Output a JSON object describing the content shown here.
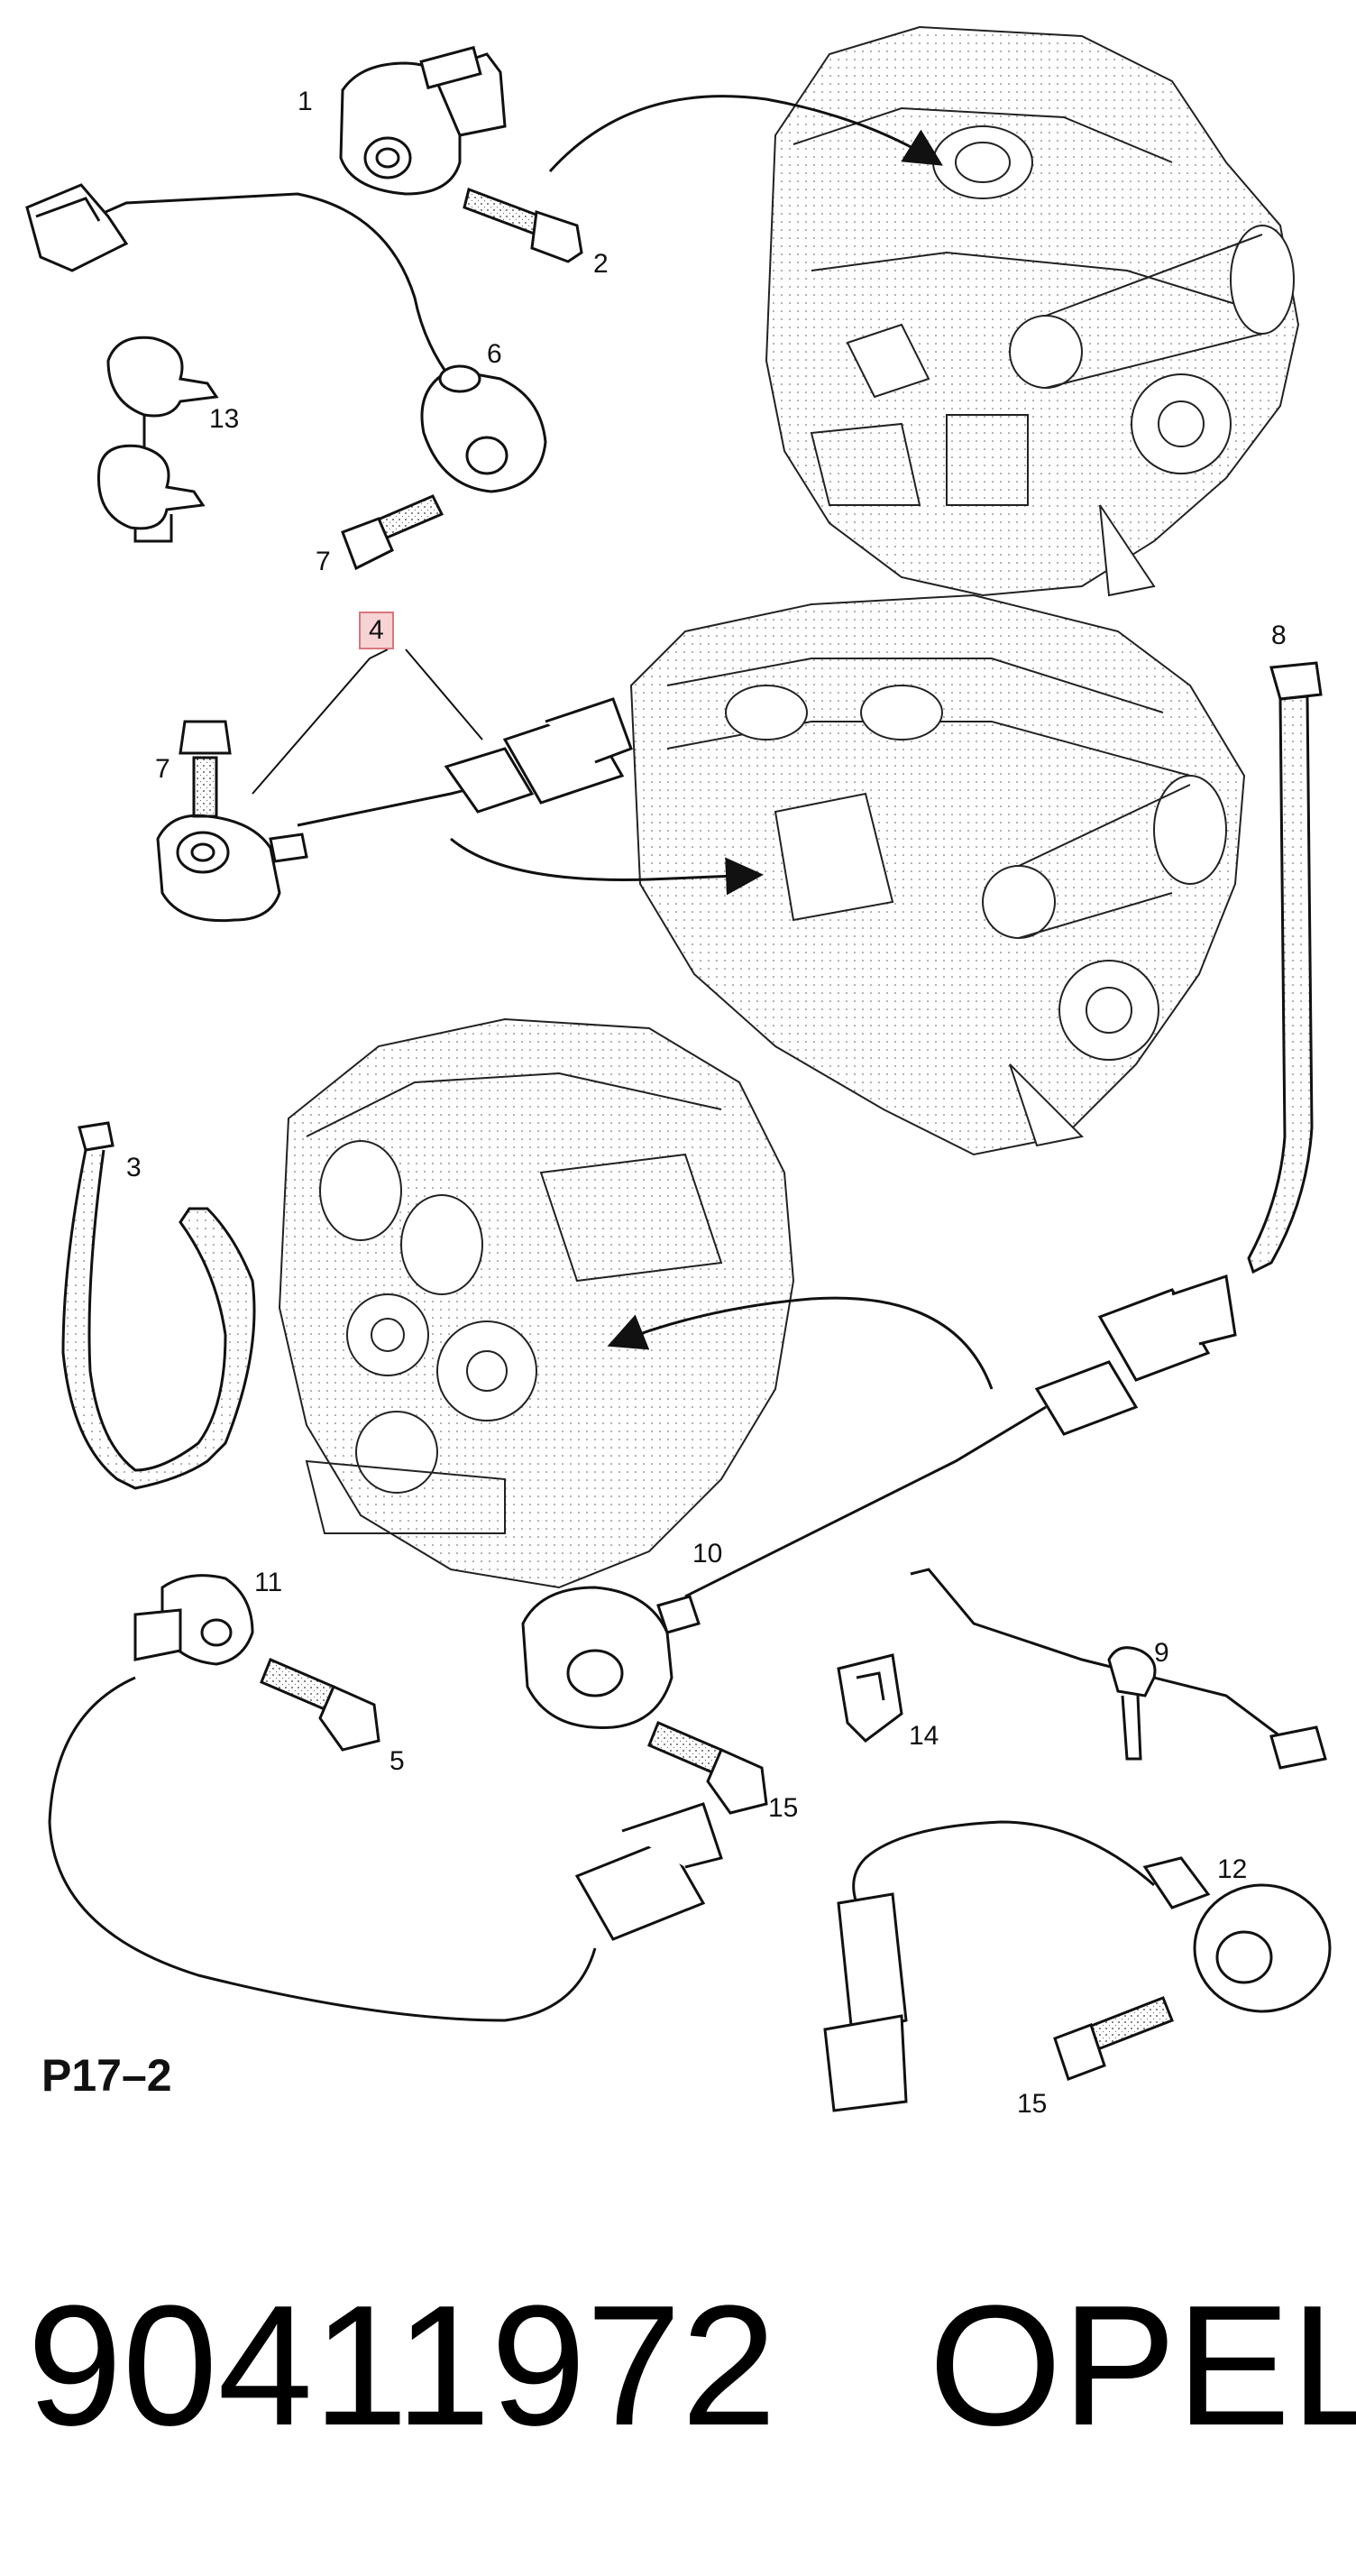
{
  "callouts": [
    {
      "id": "c1",
      "text": "1"
    },
    {
      "id": "c2",
      "text": "2"
    },
    {
      "id": "c3",
      "text": "3"
    },
    {
      "id": "c4",
      "text": "4"
    },
    {
      "id": "c5",
      "text": "5"
    },
    {
      "id": "c6",
      "text": "6"
    },
    {
      "id": "c7a",
      "text": "7"
    },
    {
      "id": "c7b",
      "text": "7"
    },
    {
      "id": "c8",
      "text": "8"
    },
    {
      "id": "c9",
      "text": "9"
    },
    {
      "id": "c10",
      "text": "10"
    },
    {
      "id": "c11",
      "text": "11"
    },
    {
      "id": "c12",
      "text": "12"
    },
    {
      "id": "c13",
      "text": "13"
    },
    {
      "id": "c14",
      "text": "14"
    },
    {
      "id": "c15a",
      "text": "15"
    },
    {
      "id": "c15b",
      "text": "15"
    }
  ],
  "diagram_label": "P17–2",
  "footer": {
    "part_number": "90411972",
    "brand": "OPEL"
  },
  "colors": {
    "line": "#1a1a1a",
    "highlight_fill": "#f7d3d4",
    "highlight_border": "#d9777b"
  }
}
